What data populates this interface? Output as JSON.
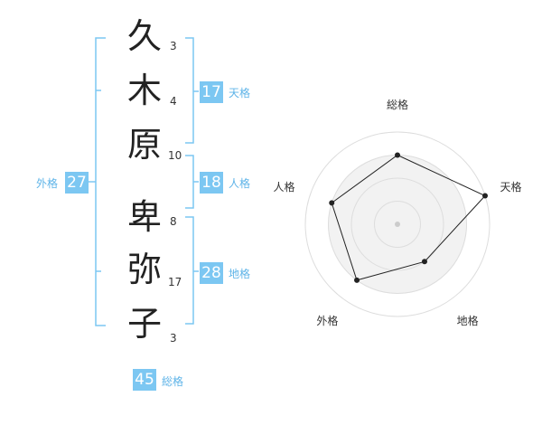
{
  "name_chars": [
    {
      "char": "久",
      "strokes": "3"
    },
    {
      "char": "木",
      "strokes": "4"
    },
    {
      "char": "原",
      "strokes": "10"
    },
    {
      "char": "卑",
      "strokes": "8"
    },
    {
      "char": "弥",
      "strokes": "17"
    },
    {
      "char": "子",
      "strokes": "3"
    }
  ],
  "fortunes": {
    "tenkaku": {
      "value": "17",
      "label": "天格"
    },
    "jinkaku": {
      "value": "18",
      "label": "人格"
    },
    "chikaku": {
      "value": "28",
      "label": "地格"
    },
    "gaikaku": {
      "value": "27",
      "label": "外格"
    },
    "soukaku": {
      "value": "45",
      "label": "総格"
    }
  },
  "colors": {
    "accent": "#7cc7f2",
    "accent_text": "#5fb4e8",
    "radar_fill": "#f2f2f2",
    "radar_line": "#222222"
  },
  "radar": {
    "axes": [
      "総格",
      "天格",
      "地格",
      "外格",
      "人格"
    ],
    "levels": 4,
    "values": [
      0.75,
      1.0,
      0.5,
      0.75,
      0.75
    ]
  }
}
